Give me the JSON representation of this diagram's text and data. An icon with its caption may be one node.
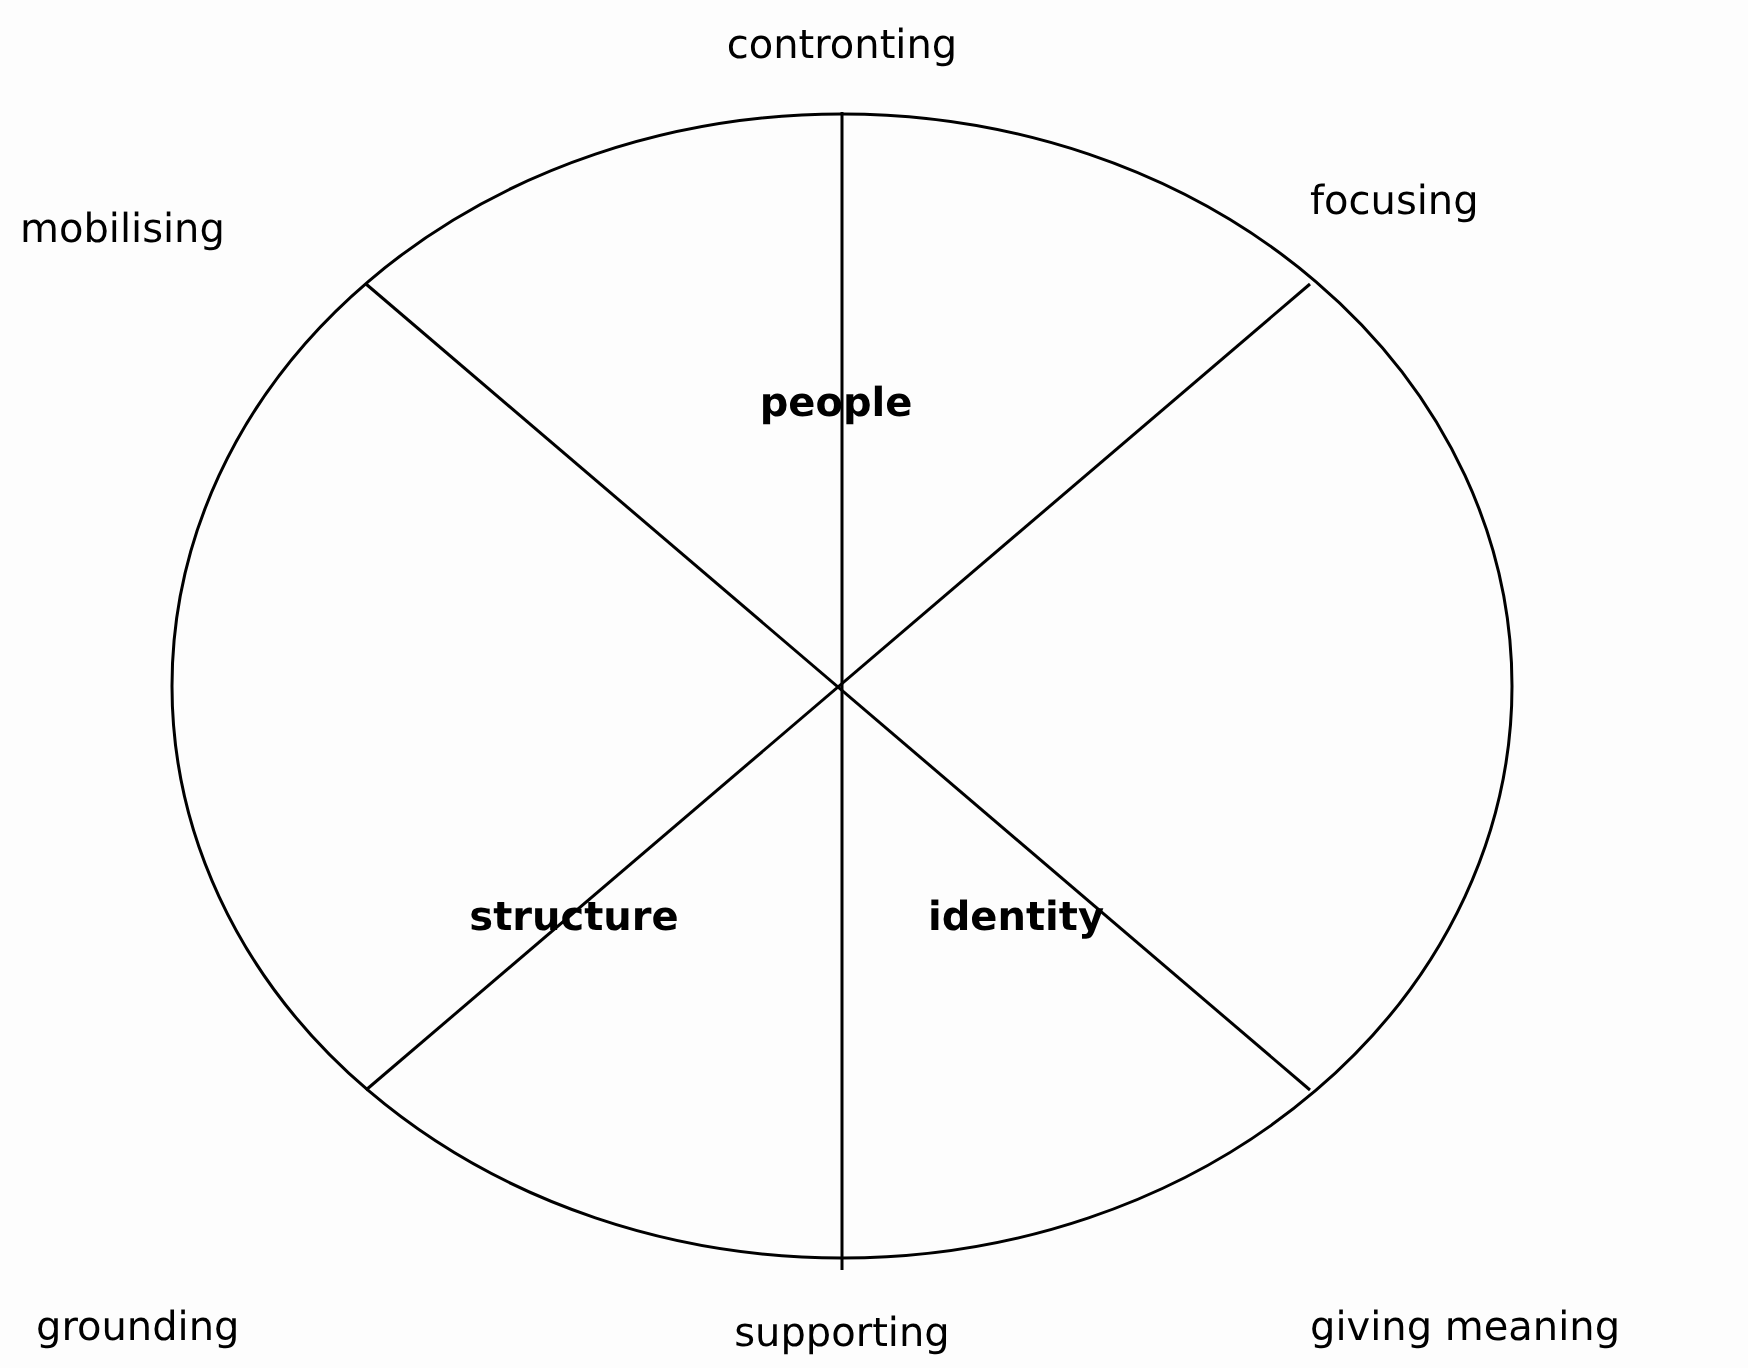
{
  "diagram": {
    "nodes": [
      {
        "text": [
          "people",
          "structure",
          "identity"
        ]
      }
    ],
    "labels": [
      "contronting",
      "mobilising",
      "focusing",
      "grounding",
      "giving meaning",
      "supporting"
    ]
  }
}
